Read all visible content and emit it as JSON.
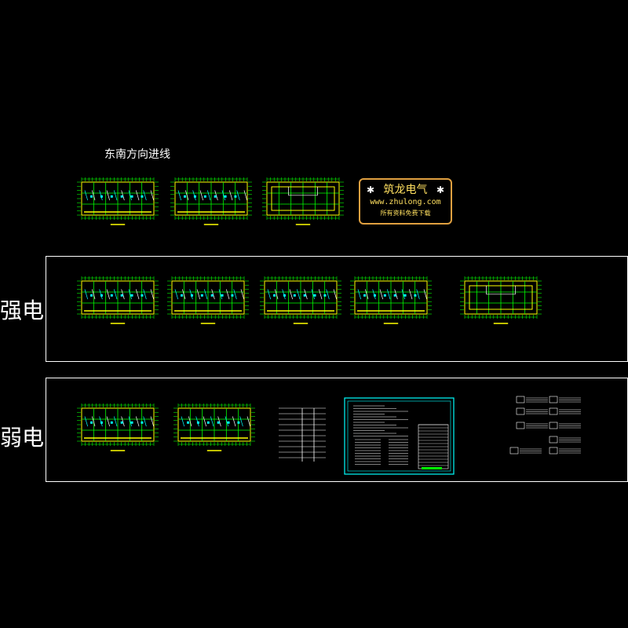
{
  "header": {
    "entry_direction_note": "东南方向进线"
  },
  "sections": {
    "strong": {
      "label": "强电"
    },
    "weak": {
      "label": "弱电"
    }
  },
  "stamp": {
    "title": "筑龙电气",
    "url": "www.zhulong.com",
    "subtitle": "所有资料免费下载",
    "star_left": "✱",
    "star_right": "✱"
  },
  "colors": {
    "background": "#000000",
    "plan_lines": "#00ff00",
    "walls": "#ffff00",
    "cyan": "#00ffff",
    "frame": "#ffffff",
    "stamp_border": "#e0a040"
  }
}
